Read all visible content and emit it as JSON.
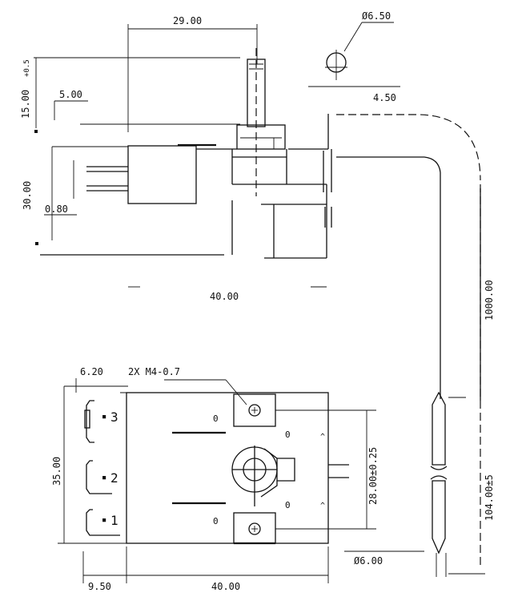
{
  "dimensions": {
    "top_width": "29.00",
    "sensor_dia": "Ø6.50",
    "sensor_offset": "4.50",
    "shaft_length": "15.00",
    "shaft_tol": "+0.5",
    "shaft_flat": "5.00",
    "body_height": "30.00",
    "pin_thick": "0.80",
    "body_width_top": "40.00",
    "capillary_length": "1000.00",
    "side_pad": "6.20",
    "screw_spec": "2X  M4-0.7",
    "front_height": "35.00",
    "mount_spacing": "28.00±0.25",
    "probe_length": "104.00±5",
    "probe_dia": "Ø6.00",
    "terminal_offset": "9.50",
    "body_width_bottom": "40.00"
  },
  "terminals": {
    "t3": "3",
    "t2": "2",
    "t1": "1"
  }
}
